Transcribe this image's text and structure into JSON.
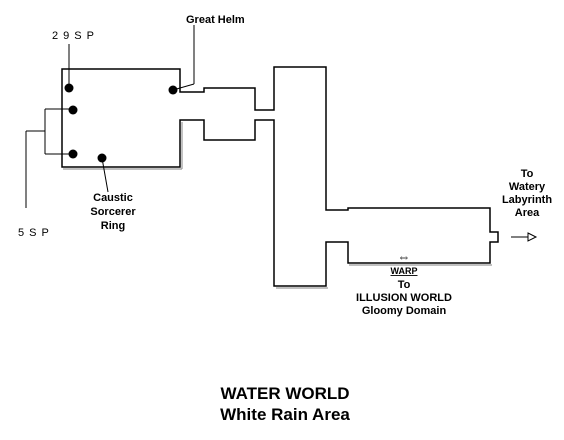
{
  "map": {
    "title_line1": "WATER WORLD",
    "title_line2": "White Rain Area",
    "labels": {
      "great_helm": "Great Helm",
      "sp_29": "29SP",
      "sp_5": "5SP",
      "caustic_line1": "Caustic",
      "caustic_line2": "Sorcerer",
      "caustic_line3": "Ring",
      "watery_line1": "To",
      "watery_line2": "Watery",
      "watery_line3": "Labyrinth",
      "watery_line4": "Area",
      "warp": "WARP",
      "warp_arrow": "⇔",
      "illusion_line1": "To",
      "illusion_line2": "ILLUSION WORLD",
      "illusion_line3": "Gloomy Domain"
    },
    "colors": {
      "line": "#000000",
      "shadow": "#9a9a9a",
      "background": "#ffffff"
    },
    "icons": [
      "item-dot-icon",
      "exit-arrow-icon"
    ]
  }
}
